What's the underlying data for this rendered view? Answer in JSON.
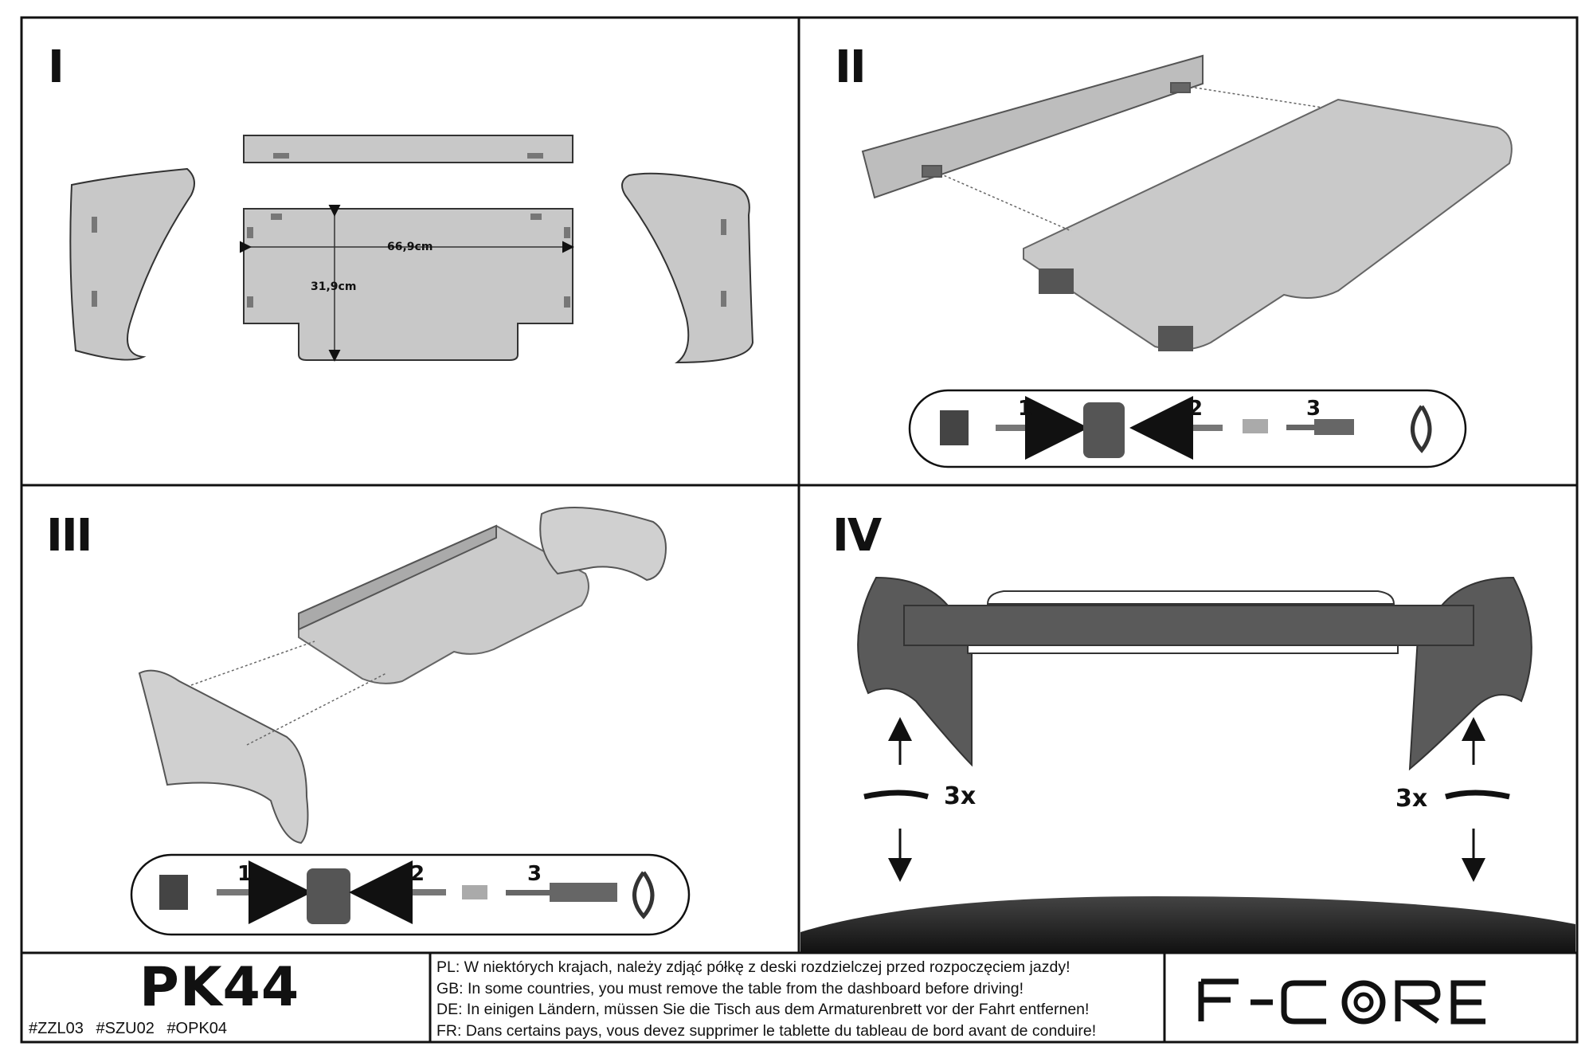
{
  "panels": [
    {
      "numeral": "I"
    },
    {
      "numeral": "II"
    },
    {
      "numeral": "III"
    },
    {
      "numeral": "IV"
    }
  ],
  "dimensions": {
    "width": "66,9cm",
    "depth": "31,9cm"
  },
  "steps": {
    "one": "1",
    "two": "2",
    "three": "3"
  },
  "repeat": "3x",
  "product": {
    "model": "PK44",
    "codes": [
      "#ZZL03",
      "#SZU02",
      "#OPK04"
    ]
  },
  "notes": [
    "PL: W niektórych krajach, należy zdjąć półkę z deski rozdzielczej przed rozpoczęciem jazdy!",
    "GB: In some countries, you must remove the table from the dashboard before driving!",
    "DE: In einigen Ländern, müssen Sie die Tisch aus dem Armaturenbrett vor der Fahrt entfernen!",
    "FR: Dans certains pays, vous devez supprimer le tablette du tableau de bord avant de conduire!"
  ],
  "colors": {
    "part_fill": "#c8c8c8",
    "dark_part": "#5a5a5a",
    "frame": "#111111"
  }
}
